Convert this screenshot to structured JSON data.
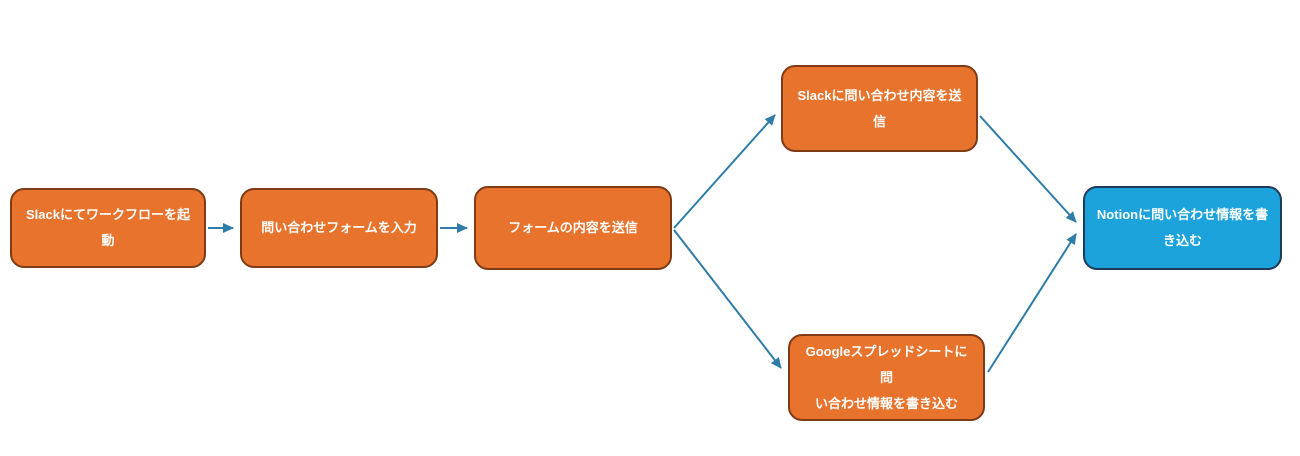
{
  "colors": {
    "orange_fill": "#E8732D",
    "orange_border": "#7F3A16",
    "blue_fill": "#1CA3DC",
    "blue_border": "#1F3B57",
    "arrow": "#2E7CA8",
    "text": "#FFFFFF"
  },
  "flowchart": {
    "nodes": [
      {
        "id": "n1",
        "label": "Slackにてワークフローを起動",
        "style": "orange"
      },
      {
        "id": "n2",
        "label": "問い合わせフォームを入力",
        "style": "orange"
      },
      {
        "id": "n3",
        "label": "フォームの内容を送信",
        "style": "orange"
      },
      {
        "id": "n4",
        "label": "Slackに問い合わせ内容を送信",
        "style": "orange"
      },
      {
        "id": "n5",
        "label": "Googleスプレッドシートに問\nい合わせ情報を書き込む",
        "style": "orange"
      },
      {
        "id": "n6",
        "label": "Notionに問い合わせ情報を書\nき込む",
        "style": "blue"
      }
    ],
    "edges": [
      {
        "from": "n1",
        "to": "n2"
      },
      {
        "from": "n2",
        "to": "n3"
      },
      {
        "from": "n3",
        "to": "n4"
      },
      {
        "from": "n3",
        "to": "n5"
      },
      {
        "from": "n4",
        "to": "n6"
      },
      {
        "from": "n5",
        "to": "n6"
      }
    ]
  }
}
